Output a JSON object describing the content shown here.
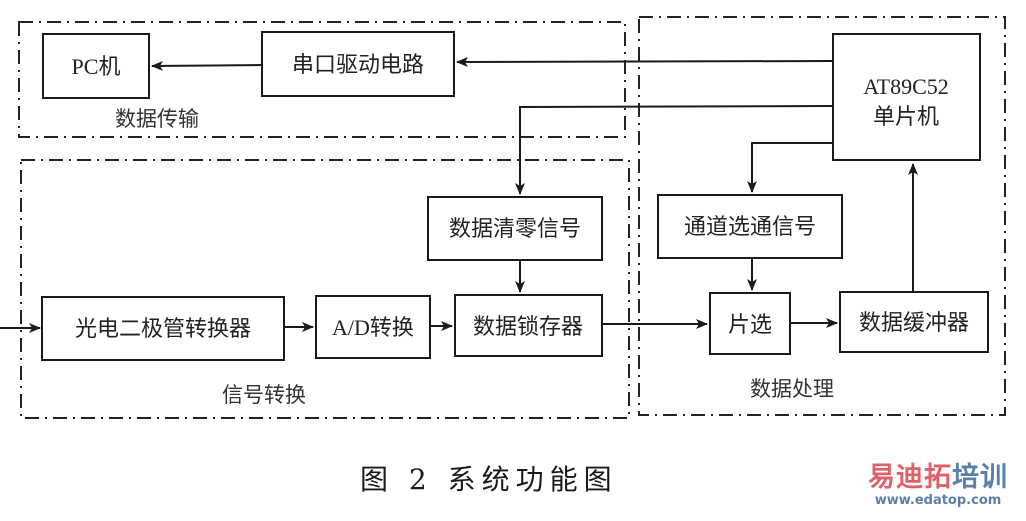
{
  "figure": {
    "caption": "图 2   系统功能图"
  },
  "regions": {
    "data_transmission": "数据传输",
    "signal_conversion": "信号转换",
    "data_processing": "数据处理"
  },
  "blocks": {
    "pc": "PC机",
    "serial_driver": "串口驱动电路",
    "mcu_line1": "AT89C52",
    "mcu_line2": "单片机",
    "data_clear": "数据清零信号",
    "photodiode": "光电二极管转换器",
    "ad": "A/D转换",
    "latch": "数据锁存器",
    "channel_select": "通道选通信号",
    "chip_select": "片选",
    "buffer": "数据缓冲器"
  },
  "watermark": {
    "text_part1": "易迪拓",
    "text_part2": "培训",
    "url": "www.edatop.com",
    "color_part1": "#e0606a",
    "color_part2": "#5a7fa8",
    "url_color": "#5a7fa8"
  }
}
